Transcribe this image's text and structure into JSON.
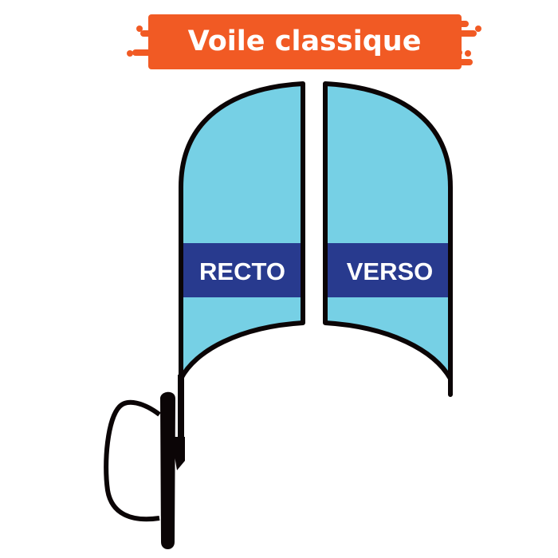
{
  "banner": {
    "title": "Voile classique",
    "color": "#F15A24"
  },
  "sails": {
    "recto_label": "RECTO",
    "verso_label": "VERSO",
    "fill_color": "#76D0E5",
    "band_color": "#283A8E",
    "outline_color": "#0B0506"
  }
}
